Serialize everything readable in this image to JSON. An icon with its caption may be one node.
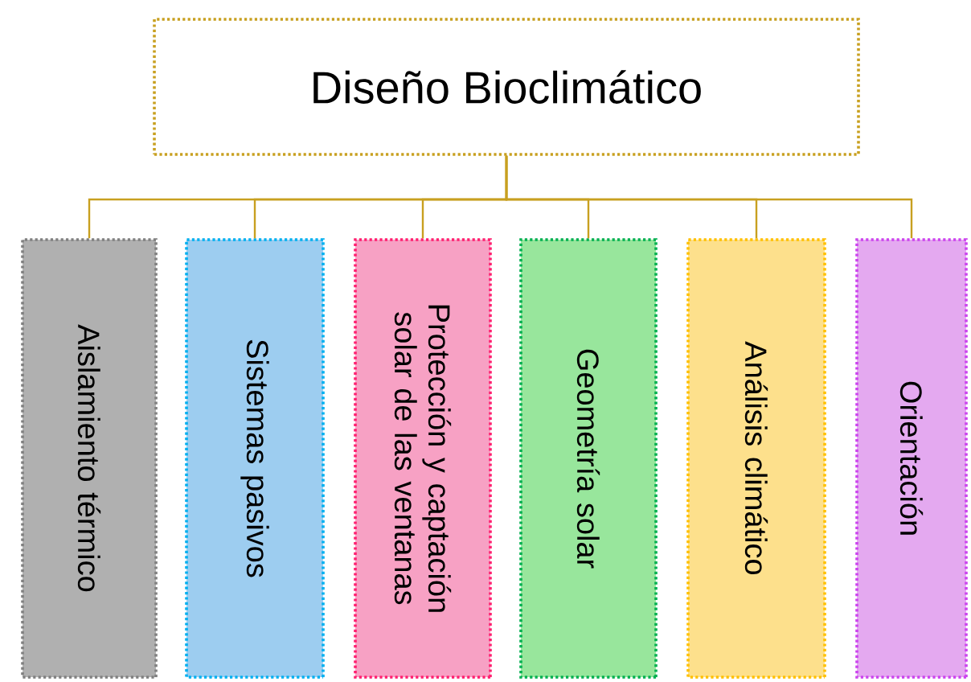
{
  "diagram": {
    "nodes": [
      {
        "text": [
          "Diseño Bioclimático"
        ]
      },
      {
        "text": [
          "Aislamiento térmico"
        ]
      },
      {
        "text": [
          "Sistemas pasivos"
        ]
      },
      {
        "text": [
          "Protección y captación solar de las ventanas"
        ]
      },
      {
        "text": [
          "Geometría solar"
        ]
      },
      {
        "text": [
          "Análisis climático"
        ]
      },
      {
        "text": [
          "Orientación"
        ]
      }
    ],
    "edges": [
      {
        "from": 0,
        "to": 1,
        "arrow": "none"
      },
      {
        "from": 0,
        "to": 2,
        "arrow": "none"
      },
      {
        "from": 0,
        "to": 3,
        "arrow": "none"
      },
      {
        "from": 0,
        "to": 4,
        "arrow": "none"
      },
      {
        "from": 0,
        "to": 5,
        "arrow": "none"
      },
      {
        "from": 0,
        "to": 6,
        "arrow": "none"
      }
    ]
  }
}
